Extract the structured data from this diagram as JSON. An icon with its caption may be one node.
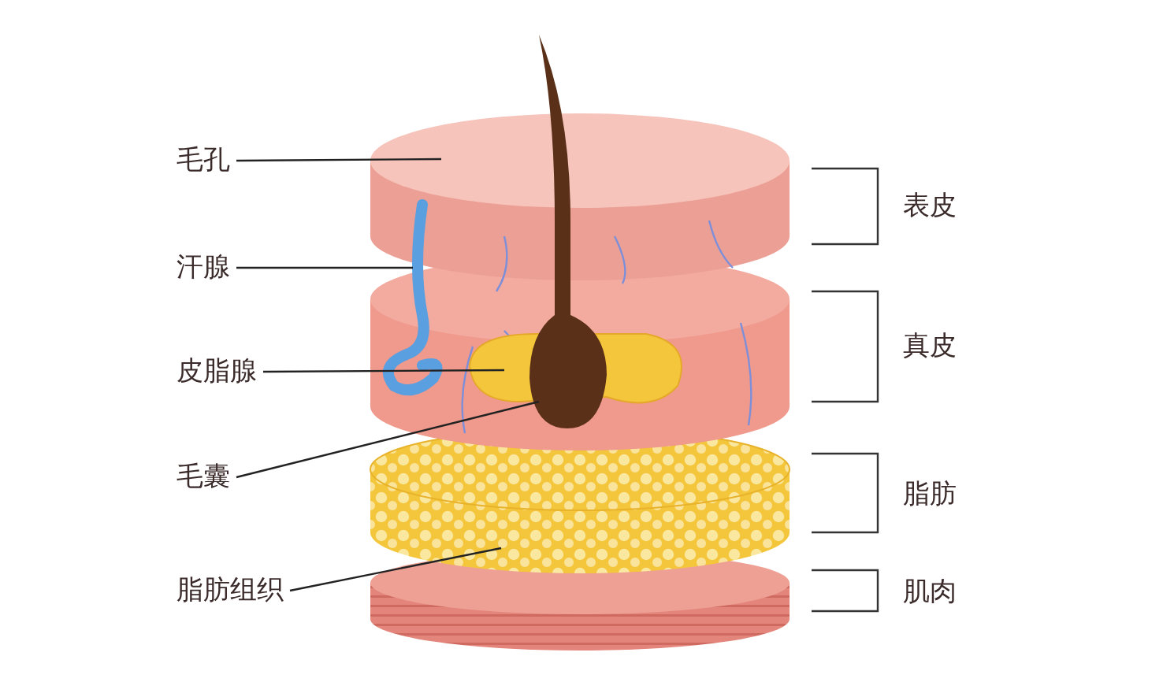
{
  "diagram": {
    "nodes": [
      {
        "text": [
          "毛孔"
        ]
      },
      {
        "text": [
          "汗腺"
        ]
      },
      {
        "text": [
          "皮脂腺"
        ]
      },
      {
        "text": [
          "毛囊"
        ]
      },
      {
        "text": [
          "脂肪组织"
        ]
      }
    ],
    "edges": [
      {
        "from": 0,
        "to": null,
        "arrow": "none"
      },
      {
        "from": 1,
        "to": null,
        "arrow": "none"
      },
      {
        "from": 2,
        "to": null,
        "arrow": "none"
      },
      {
        "from": 3,
        "to": null,
        "arrow": "none"
      },
      {
        "from": 4,
        "to": null,
        "arrow": "none"
      }
    ],
    "labels": [
      "表皮",
      "真皮",
      "脂肪",
      "肌肉"
    ]
  }
}
